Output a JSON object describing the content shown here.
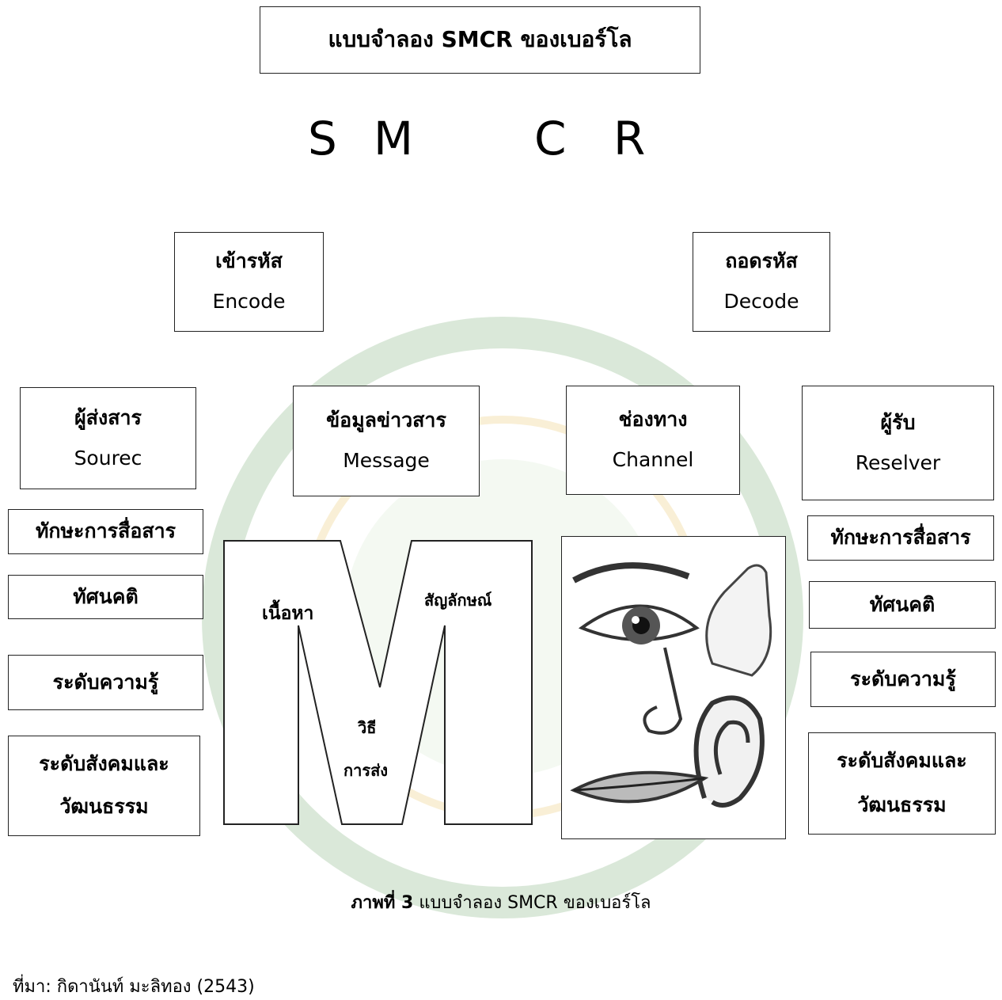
{
  "title": "แบบจำลอง SMCR ของเบอร์โล",
  "letters": [
    "S",
    "M",
    "C",
    "R"
  ],
  "encode": {
    "th": "เข้ารหัส",
    "en": "Encode"
  },
  "decode": {
    "th": "ถอดรหัส",
    "en": "Decode"
  },
  "sender": {
    "th": "ผู้ส่งสาร",
    "en": "Sourec"
  },
  "message": {
    "th": "ข้อมูลข่าวสาร",
    "en": "Message"
  },
  "channel": {
    "th": "ช่องทาง",
    "en": "Channel"
  },
  "receiver": {
    "th": "ผู้รับ",
    "en": "Reselver"
  },
  "left_attrs": [
    "ทักษะการสื่อสาร",
    "ทัศนคติ",
    "ระดับความรู้",
    "ระดับสังคมและ",
    "วัฒนธรรม"
  ],
  "right_attrs": [
    "ทักษะการสื่อสาร",
    "ทัศนคติ",
    "ระดับความรู้",
    "ระดับสังคมและ",
    "วัฒนธรรม"
  ],
  "m_shape": {
    "content": "เนื้อหา",
    "symbol": "สัญลักษณ์",
    "method1": "วิธี",
    "method2": "การส่ง"
  },
  "caption": {
    "label": "ภาพที่ 3",
    "text": " แบบจำลอง SMCR ของเบอร์โล"
  },
  "source": "ที่มา: กิดานันท์ มะลิทอง (2543)",
  "watermark_color": "#7fb37a"
}
